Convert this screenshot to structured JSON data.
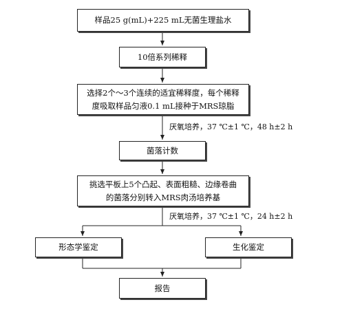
{
  "steps": {
    "sample": "样品25 g(mL)+225 mL无菌生理盐水",
    "dilution": "10倍系列稀释",
    "select_line1": "选择2个～3个连续的适宜稀释度，每个稀释",
    "select_line2": "度吸取样品匀液0.1 mL接种于MRS琼脂",
    "count": "菌落计数",
    "pick_line1": "挑选平板上5个凸起、表面粗糙、边缘卷曲",
    "pick_line2": "的菌落分别转入MRS肉汤培养基",
    "morphology": "形态学鉴定",
    "biochem": "生化鉴定",
    "report": "报告"
  },
  "notes": {
    "incubate1": "厌氧培养，37 ℃±1 ℃，48 h±2 h",
    "incubate2": "厌氧培养，37 ℃±1 ℃，24 h±2 h"
  }
}
